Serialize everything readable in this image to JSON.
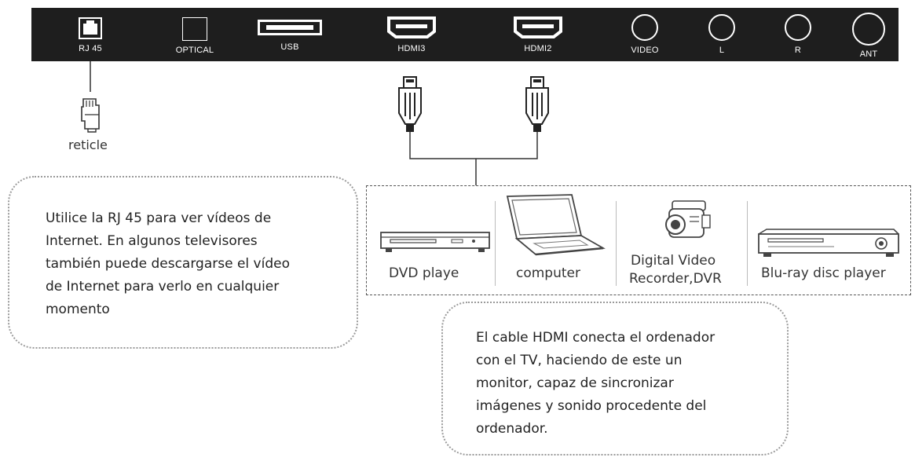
{
  "panel": {
    "ports": [
      {
        "id": "rj45",
        "label": "RJ 45",
        "icon": "rj45-port-icon"
      },
      {
        "id": "optical",
        "label": "OPTICAL",
        "icon": "optical-port-icon"
      },
      {
        "id": "usb",
        "label": "USB",
        "icon": "usb-port-icon"
      },
      {
        "id": "hdmi3",
        "label": "HDMI3",
        "icon": "hdmi-port-icon"
      },
      {
        "id": "hdmi2",
        "label": "HDMI2",
        "icon": "hdmi-port-icon"
      },
      {
        "id": "video",
        "label": "VIDEO",
        "icon": "rca-jack-icon"
      },
      {
        "id": "l",
        "label": "L",
        "icon": "rca-jack-icon"
      },
      {
        "id": "r",
        "label": "R",
        "icon": "rca-jack-icon"
      },
      {
        "id": "ant",
        "label": "ANT",
        "icon": "antenna-jack-icon"
      }
    ]
  },
  "reticle": {
    "label": "reticle",
    "icon": "network-plug-icon"
  },
  "devices": [
    {
      "label": "DVD playe",
      "icon": "dvd-player-icon"
    },
    {
      "label": "computer",
      "icon": "laptop-icon"
    },
    {
      "label_line1": "Digital Video",
      "label_line2": "Recorder,DVR",
      "icon": "camcorder-icon"
    },
    {
      "label": "Blu-ray disc player",
      "icon": "bluray-player-icon"
    }
  ],
  "notes": {
    "rj45": {
      "lines": [
        "Utilice la RJ 45 para ver vídeos de",
        "Internet. En algunos televisores",
        "también puede descargarse el vídeo",
        "de Internet para verlo en cualquier",
        "momento"
      ]
    },
    "hdmi": {
      "lines": [
        "El cable HDMI conecta el ordenador",
        "con el TV, haciendo de este un",
        "monitor, capaz de sincronizar",
        "imágenes y sonido procedente del",
        "ordenador."
      ]
    }
  },
  "colors": {
    "panel": "#1e1e1e",
    "port": "#ffffff",
    "text": "#222222",
    "dashed_border": "#555555"
  }
}
